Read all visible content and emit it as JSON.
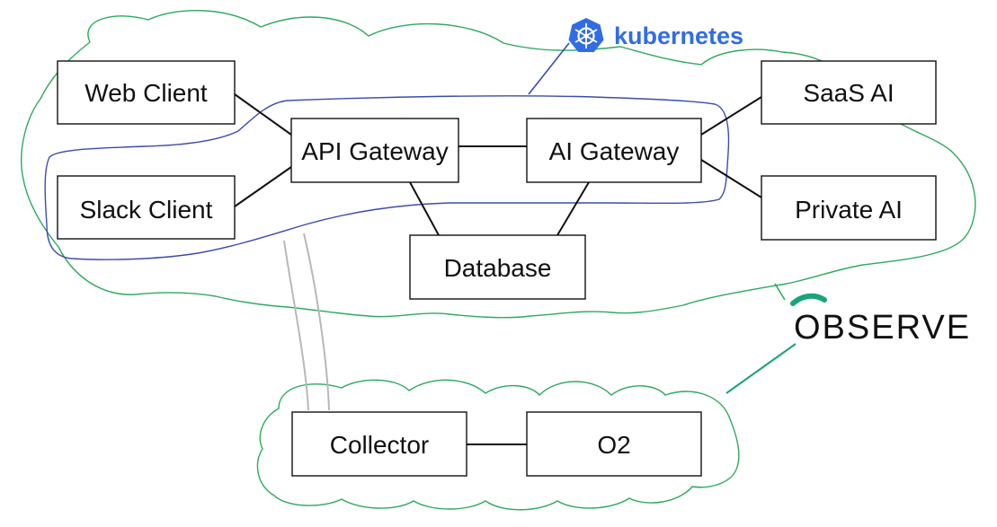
{
  "nodes": {
    "web_client": "Web Client",
    "slack_client": "Slack Client",
    "api_gateway": "API Gateway",
    "ai_gateway": "AI Gateway",
    "saas_ai": "SaaS AI",
    "private_ai": "Private AI",
    "database": "Database",
    "collector": "Collector",
    "o2": "O2"
  },
  "logos": {
    "kubernetes": "kubernetes",
    "observe": "OBSERVE"
  },
  "colors": {
    "kubernetes_blue": "#326ce5",
    "kubernetes_border": "#3b4bb0",
    "cloud_green": "#2daa5e",
    "observe_text": "#111111",
    "observe_arc": "#1aa37a",
    "telemetry_gray": "#b8b8b8",
    "line_black": "#111111"
  },
  "icons": {
    "kubernetes_logo": "helm-wheel-icon"
  }
}
